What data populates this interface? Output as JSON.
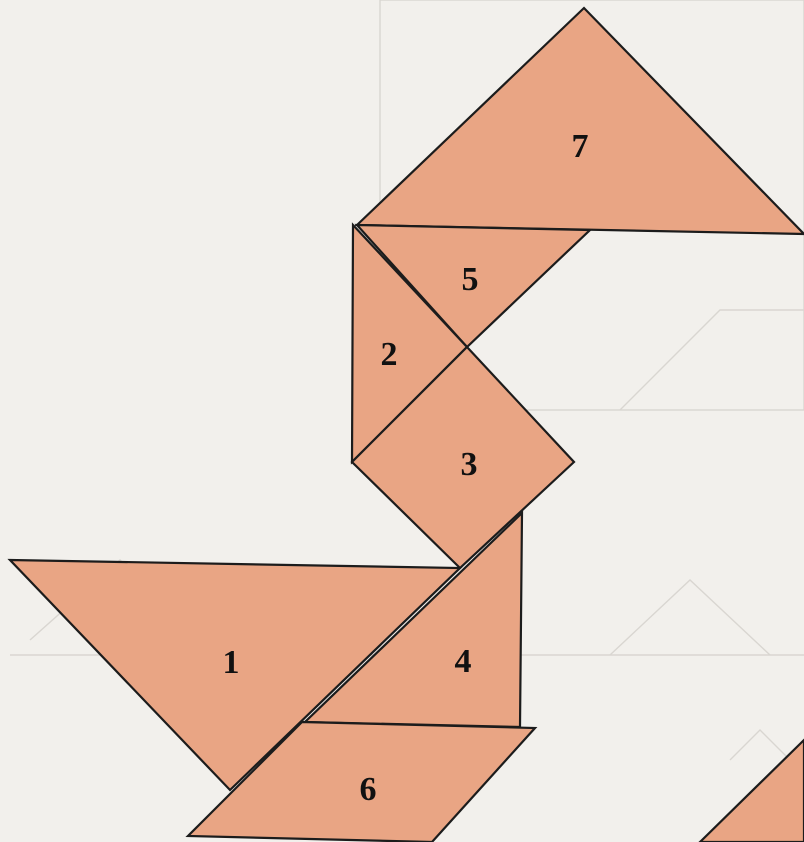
{
  "colors": {
    "piece_fill": "#e9a584",
    "outline": "#1c1c1c",
    "background": "#f2f0ec"
  },
  "pieces": [
    {
      "id": "1",
      "label": "1"
    },
    {
      "id": "2",
      "label": "2"
    },
    {
      "id": "3",
      "label": "3"
    },
    {
      "id": "4",
      "label": "4"
    },
    {
      "id": "5",
      "label": "5"
    },
    {
      "id": "6",
      "label": "6"
    },
    {
      "id": "7",
      "label": "7"
    }
  ]
}
